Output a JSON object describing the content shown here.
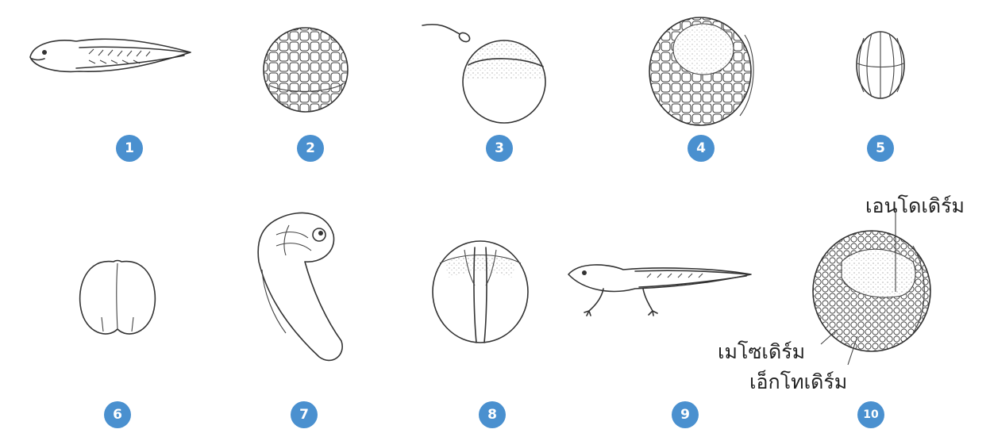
{
  "stages": [
    {
      "number": "1",
      "subject": "tadpole"
    },
    {
      "number": "2",
      "subject": "morula"
    },
    {
      "number": "3",
      "subject": "egg with sperm"
    },
    {
      "number": "4",
      "subject": "blastula"
    },
    {
      "number": "5",
      "subject": "eight-cell stage"
    },
    {
      "number": "6",
      "subject": "two-cell stage"
    },
    {
      "number": "7",
      "subject": "curved embryo"
    },
    {
      "number": "8",
      "subject": "neurula"
    },
    {
      "number": "9",
      "subject": "young frog with limbs"
    },
    {
      "number": "10",
      "subject": "gastrula cross-section"
    }
  ],
  "labels": {
    "endoderm": "เอนโดเดิร์ม",
    "mesoderm": "เมโซเดิร์ม",
    "ectoderm": "เอ็กโทเดิร์ม"
  },
  "colors": {
    "badge": "#4a90cf",
    "line": "#333333"
  }
}
